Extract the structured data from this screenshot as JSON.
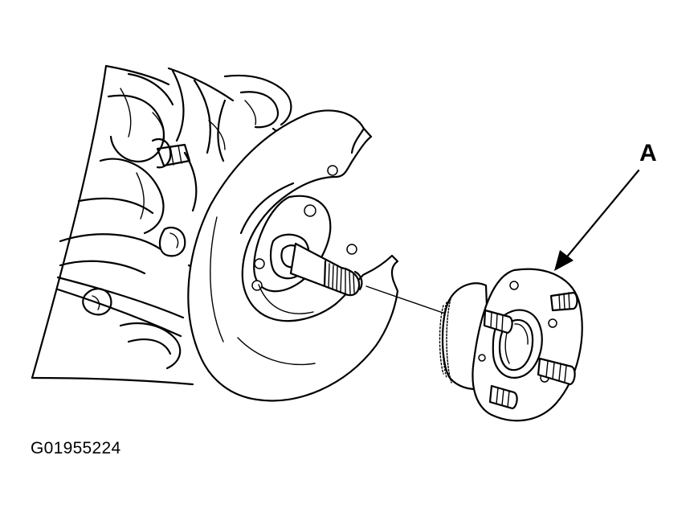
{
  "diagram": {
    "callout_label": "A",
    "figure_id": "G01955224"
  },
  "colors": {
    "ink": "#000000",
    "paper": "#ffffff"
  },
  "parts": {
    "callout_target": "wheel-hub-bearing-assembly"
  }
}
